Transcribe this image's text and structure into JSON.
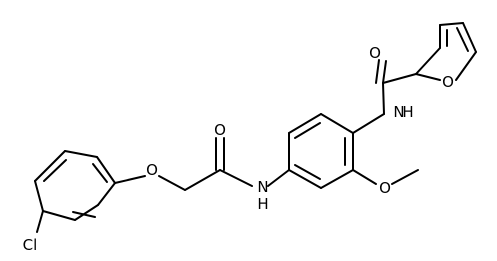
{
  "structure": {
    "atom_labels": {
      "carbonyl_oxygen_amide_left": "O",
      "ether_oxygen_phenoxy": "O",
      "nitrogen_amide_left": "N",
      "hydrogen_amide_left": "H",
      "chlorine": "Cl",
      "methoxy_oxygen": "O",
      "nitrogen_amide_right": "N",
      "hydrogen_amide_right": "H",
      "carbonyl_oxygen_furan_amide": "O",
      "furan_ring_oxygen": "O"
    }
  }
}
